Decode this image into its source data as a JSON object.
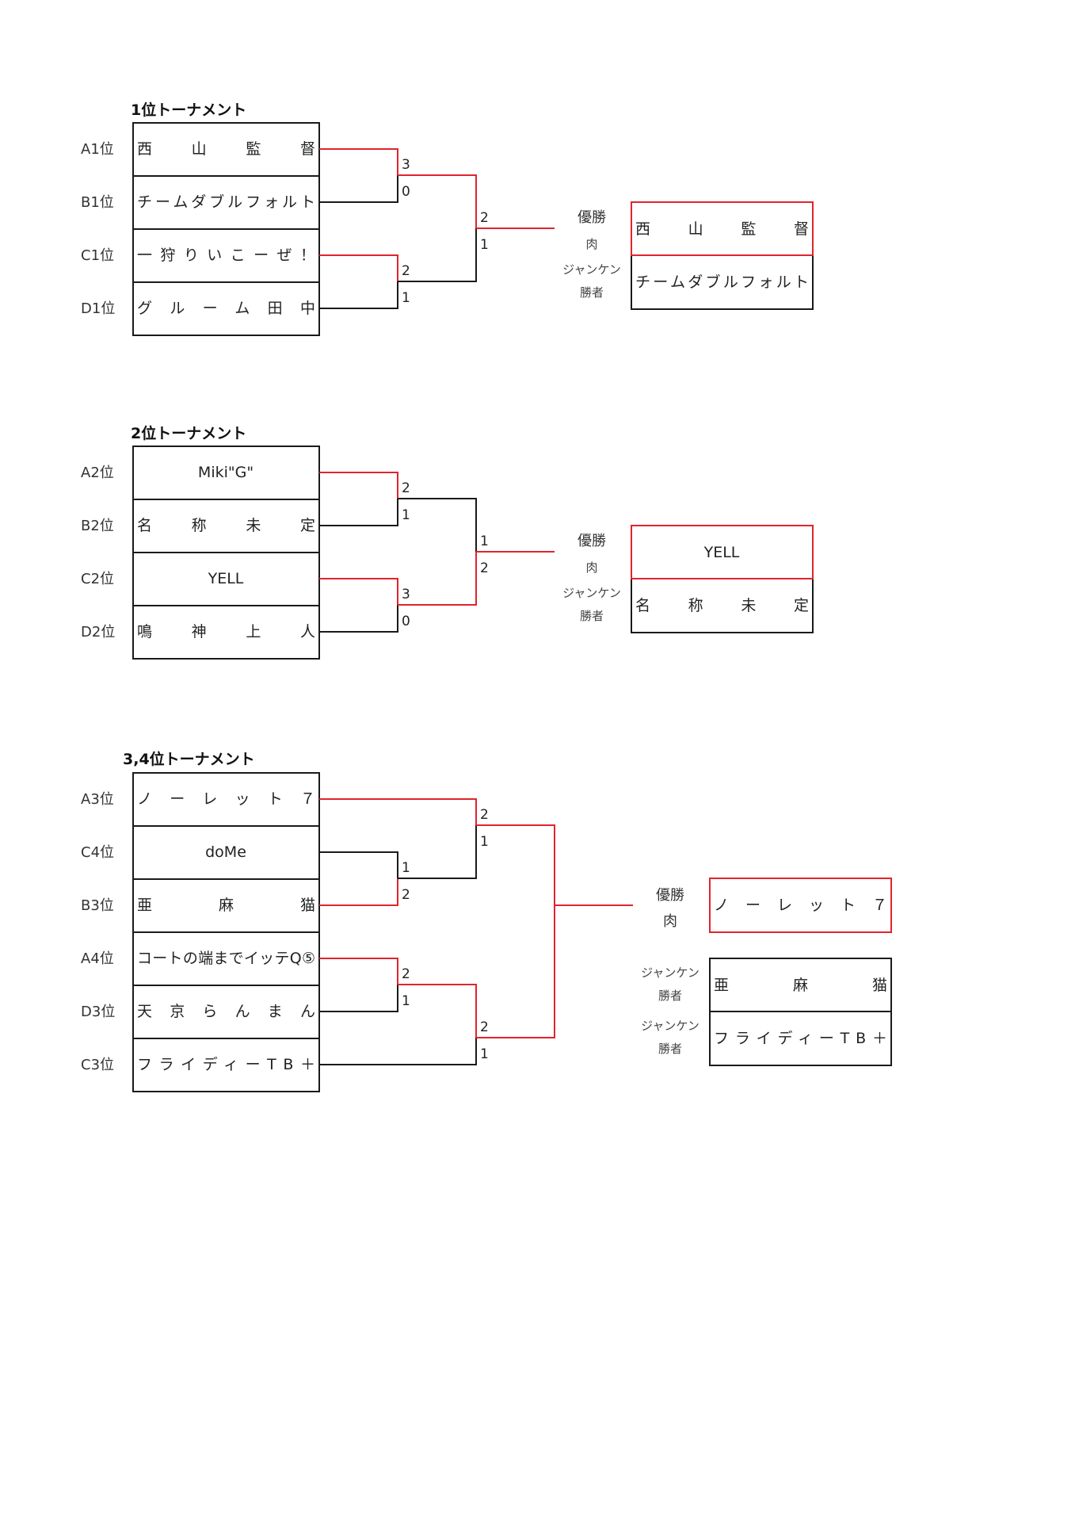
{
  "tournaments": [
    {
      "title": "1位トーナメント",
      "slots": [
        {
          "rank": "A1位",
          "team": "西　山　監　督"
        },
        {
          "rank": "B1位",
          "team": "チームダブルフォルト"
        },
        {
          "rank": "C1位",
          "team": "一狩りいこーぜ！"
        },
        {
          "rank": "D1位",
          "team": "グルーム田中"
        }
      ],
      "round1": [
        {
          "top_score": "3",
          "bottom_score": "0"
        },
        {
          "top_score": "2",
          "bottom_score": "1"
        }
      ],
      "final": {
        "top_score": "2",
        "bottom_score": "1"
      },
      "labels": [
        "優勝",
        "肉",
        "ジャンケン",
        "勝者"
      ],
      "results": [
        "西　山　監　督",
        "チームダブルフォルト"
      ]
    },
    {
      "title": "2位トーナメント",
      "slots": [
        {
          "rank": "A2位",
          "team": "Miki\"G\""
        },
        {
          "rank": "B2位",
          "team": "名　称　未　定"
        },
        {
          "rank": "C2位",
          "team": "YELL"
        },
        {
          "rank": "D2位",
          "team": "鳴　神　上　人"
        }
      ],
      "round1": [
        {
          "top_score": "2",
          "bottom_score": "1"
        },
        {
          "top_score": "3",
          "bottom_score": "0"
        }
      ],
      "final": {
        "top_score": "1",
        "bottom_score": "2"
      },
      "labels": [
        "優勝",
        "肉",
        "ジャンケン",
        "勝者"
      ],
      "results": [
        "YELL",
        "名　称　未　定"
      ]
    },
    {
      "title": "3,4位トーナメント",
      "slots": [
        {
          "rank": "A3位",
          "team": "ノーレット７"
        },
        {
          "rank": "C4位",
          "team": "doMe"
        },
        {
          "rank": "B3位",
          "team": "亜　麻　猫"
        },
        {
          "rank": "A4位",
          "team": "コートの端までイッテQ⑤"
        },
        {
          "rank": "D3位",
          "team": "天京らんまん"
        },
        {
          "rank": "C3位",
          "team": "フライディーTB＋"
        }
      ],
      "scores": {
        "semi_top": {
          "top_score": "2",
          "bottom_score": "1"
        },
        "qf_top": {
          "top_score": "1",
          "bottom_score": "2"
        },
        "qf_bottom": {
          "top_score": "2",
          "bottom_score": "1"
        },
        "semi_bottom": {
          "top_score": "2",
          "bottom_score": "1"
        }
      },
      "labels": [
        "優勝",
        "肉",
        "ジャンケン",
        "勝者",
        "ジャンケン",
        "勝者"
      ],
      "results": [
        "ノーレット７",
        "亜　麻　猫",
        "フライディーTB＋"
      ]
    }
  ],
  "colors": {
    "win": "#e0242c",
    "line": "#1a1a1a"
  }
}
